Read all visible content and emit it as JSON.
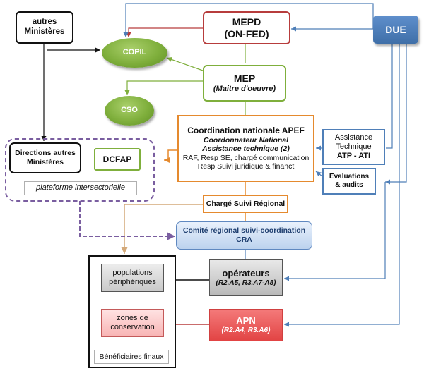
{
  "nodes": {
    "autres": {
      "line1": "autres",
      "line2": "Ministères"
    },
    "copil": "COPIL",
    "mepd": {
      "line1": "MEPD",
      "line2": "(ON-FED)"
    },
    "due": "DUE",
    "mep": {
      "line1": "MEP",
      "line2": "(Maitre d'oeuvre)"
    },
    "cso": "CSO",
    "coord": {
      "title": "Coordination nationale APEF",
      "sub1": "Coordonnateur National",
      "sub2": "Assistance technique (2)",
      "l1": "RAF, Resp SE, chargé communication",
      "l2": "Resp Suivi juridique & financt"
    },
    "dir": {
      "line1": "Directions autres",
      "line2": "Ministères"
    },
    "dcfap": "DCFAP",
    "plateforme": "plateforme intersectorielle",
    "at": {
      "line1": "Assistance",
      "line2": "Technique",
      "line3": "ATP - ATI"
    },
    "eval": {
      "line1": "Evaluations",
      "line2": "& audits"
    },
    "csr": "Chargé Suivi Régional",
    "comite": {
      "line1": "Comité régional suivi-coordination",
      "line2": "CRA"
    },
    "pop": {
      "line1": "populations",
      "line2": "périphériques"
    },
    "zones": {
      "line1": "zones de",
      "line2": "conservation"
    },
    "benef": "Bénéficiaires finaux",
    "oper": {
      "line1": "opérateurs",
      "line2": "(R2.A5, R3.A7-A8)"
    },
    "apn": {
      "line1": "APN",
      "line2": "(R2.A4, R3.A6)"
    }
  },
  "colors": {
    "green": "#7faf3c",
    "orange": "#e58a2e",
    "blue_line": "#4f7fb8",
    "red_line": "#b73c3c",
    "purple_dash": "#7a5ea0",
    "due_fill": "#4f7fbf"
  }
}
